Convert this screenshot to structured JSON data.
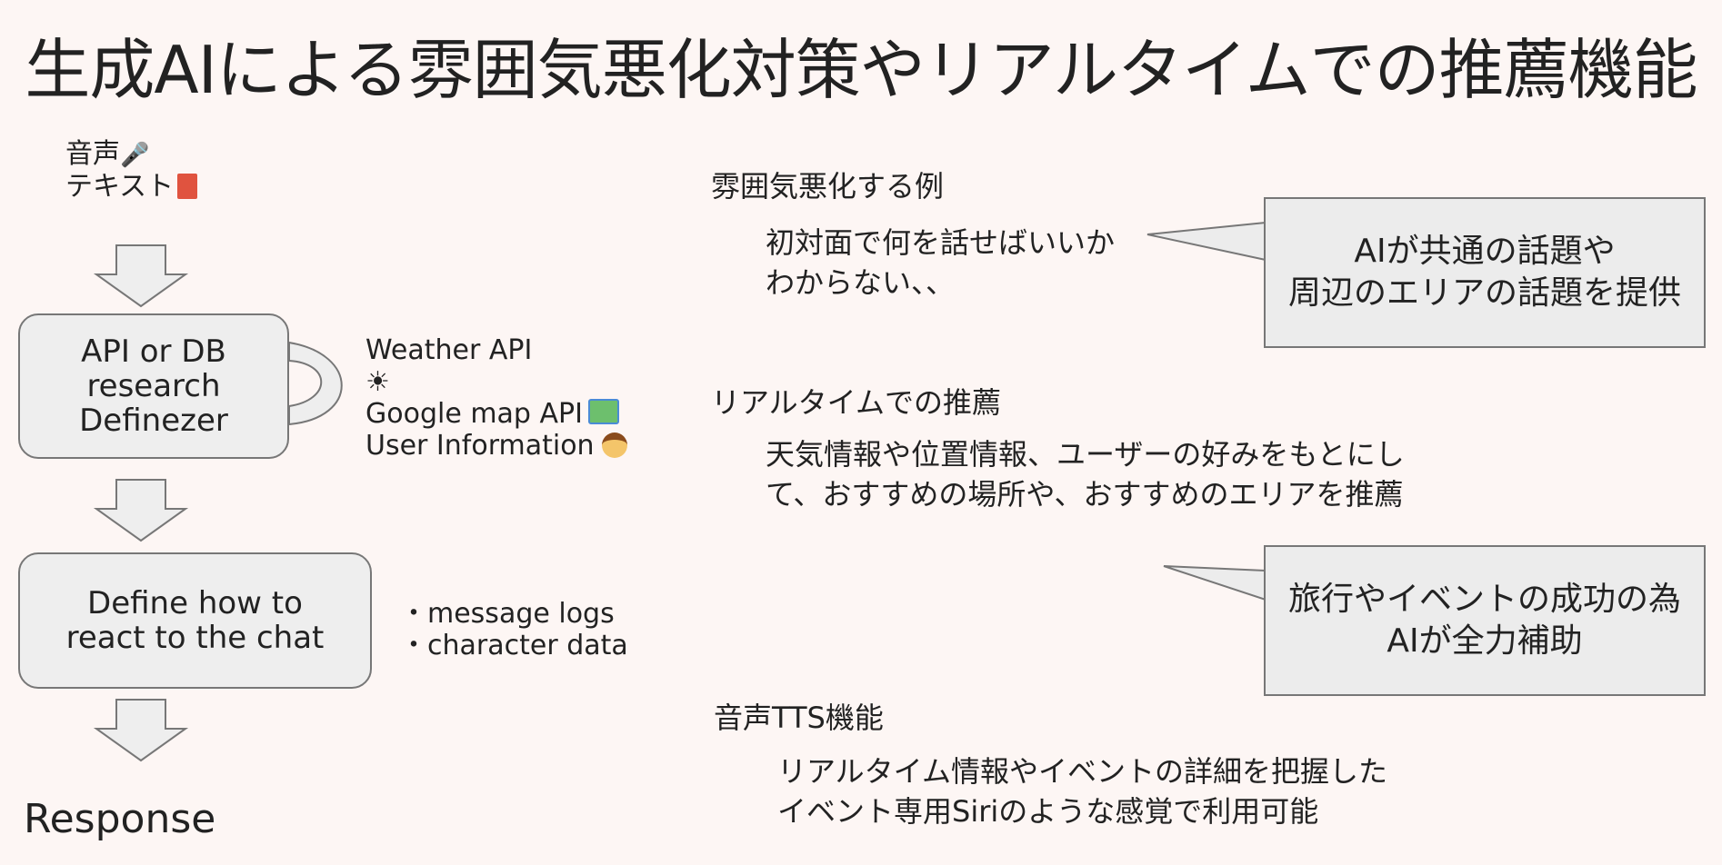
{
  "page": {
    "title": "生成AIによる雰囲気悪化対策やリアルタイムでの推薦機能"
  },
  "flow": {
    "inputs": {
      "voice": "音声",
      "text": "テキスト"
    },
    "box1": {
      "line1": "API or DB",
      "line2": "research",
      "line3": "Definezer"
    },
    "box1_sources": {
      "weather": "Weather API",
      "sun_glyph": "☀",
      "google": "Google map API",
      "user": "User Information"
    },
    "box2": {
      "line1": "Define how to",
      "line2": "react to the chat"
    },
    "box2_sources": {
      "logs": "・message logs",
      "character": "・character data"
    },
    "output": "Response"
  },
  "sections": [
    {
      "heading": "雰囲気悪化する例",
      "text_line1": "初対面で何を話せばいいか",
      "text_line2": "わからない、、"
    },
    {
      "heading": "リアルタイムでの推薦",
      "text_line1": "天気情報や位置情報、ユーザーの好みをもとにし",
      "text_line2": "て、おすすめの場所や、おすすめのエリアを推薦"
    },
    {
      "heading": "音声TTS機能",
      "text_line1": "リアルタイム情報やイベントの詳細を把握した",
      "text_line2": "イベント専用Siriのような感覚で利用可能"
    }
  ],
  "callouts": [
    {
      "line1": "AIが共通の話題や",
      "line2": "周辺のエリアの話題を提供"
    },
    {
      "line1": "旅行やイベントの成功の為",
      "line2": "AIが全力補助"
    }
  ],
  "icons": {
    "mic": "microphone-icon",
    "book": "book-icon",
    "map": "map-icon",
    "user": "user-face-icon"
  }
}
